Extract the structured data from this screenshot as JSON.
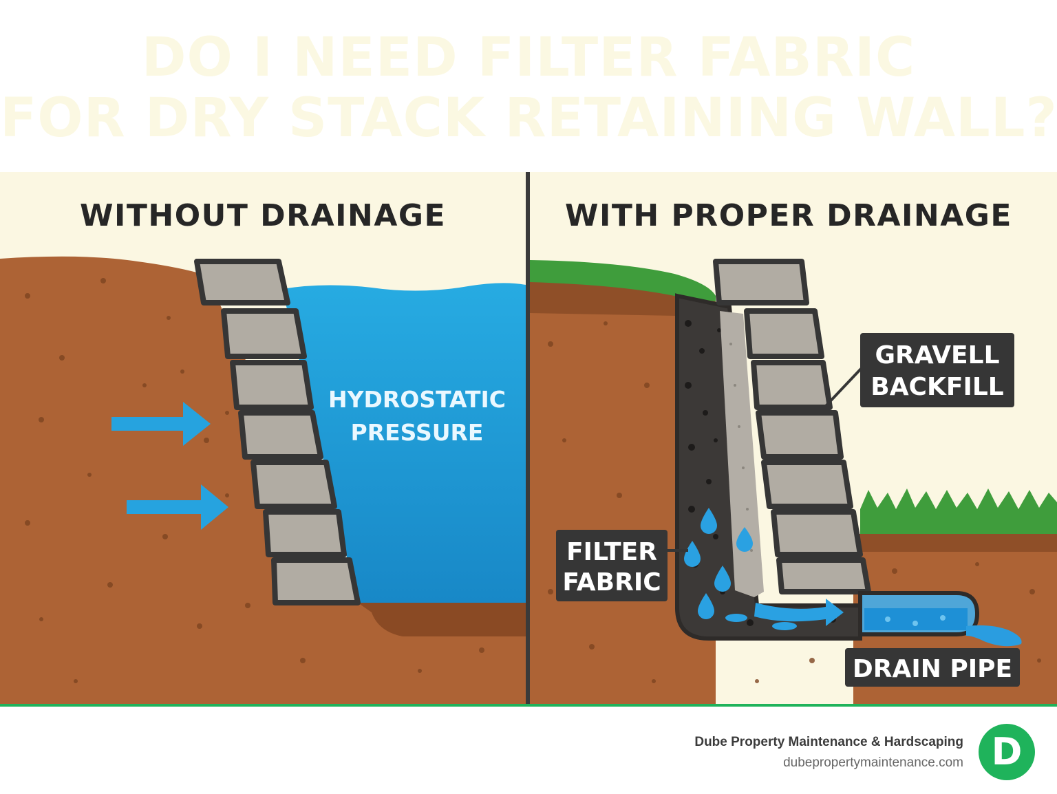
{
  "title": {
    "line1": "DO I NEED FILTER FABRIC",
    "line2": "FOR DRY STACK RETAINING WALL?"
  },
  "panels": {
    "left": {
      "heading": "WITHOUT DRAINAGE",
      "water_label_line1": "HYDROSTATIC",
      "water_label_line2": "PRESSURE"
    },
    "right": {
      "heading": "WITH PROPER DRAINAGE",
      "callouts": {
        "gravel_line1": "GRAVELL",
        "gravel_line2": "BACKFILL",
        "fabric_line1": "FILTER",
        "fabric_line2": "FABRIC",
        "pipe": "DRAIN PIPE"
      }
    }
  },
  "footer": {
    "company": "Dube Property Maintenance & Hardscaping",
    "url": "dubepropertymaintenance.com",
    "logo_letter": "D"
  },
  "colors": {
    "sky": "#fbf7e2",
    "soil": "#ad6335",
    "soil_dark": "#8a4a24",
    "water": "#1b9ad8",
    "stone": "#b1aca3",
    "outline": "#363636",
    "grass": "#3f9d3c",
    "accent_green": "#1fb35b"
  }
}
